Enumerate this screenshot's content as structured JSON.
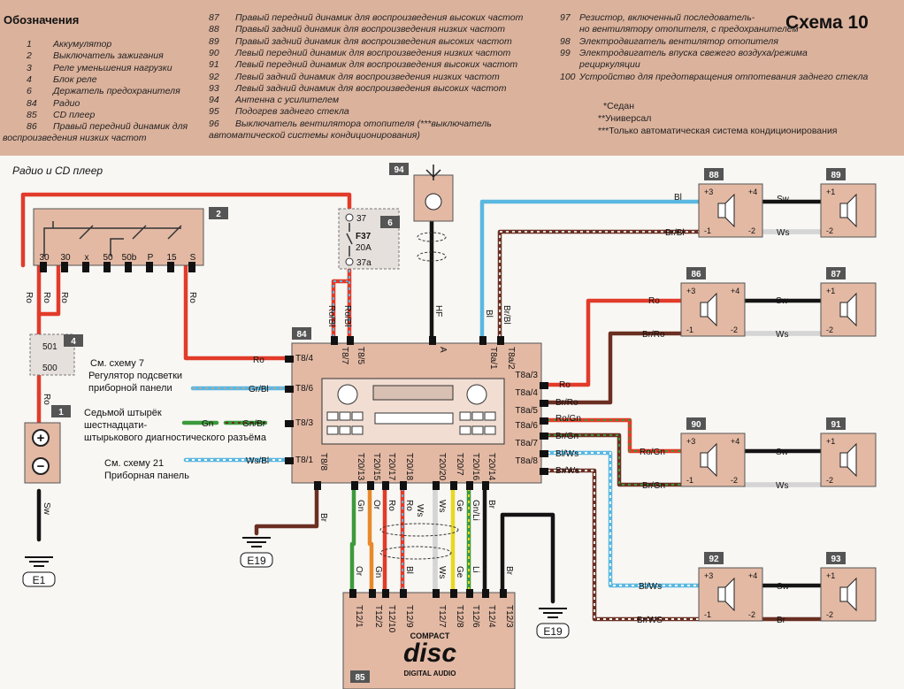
{
  "legend": {
    "title": "Обозначения",
    "scheme_title": "Схема 10",
    "col1": [
      {
        "n": "1",
        "text": "Аккумулятор"
      },
      {
        "n": "2",
        "text": "Выключатель зажигания"
      },
      {
        "n": "3",
        "text": "Реле уменьшения нагрузки"
      },
      {
        "n": "4",
        "text": "Блок реле"
      },
      {
        "n": "6",
        "text": "Держатель предохранителя"
      },
      {
        "n": "84",
        "text": "Радио"
      },
      {
        "n": "85",
        "text": "CD плеер"
      },
      {
        "n": "86",
        "text": "Правый передний динамик для"
      }
    ],
    "col1_cont": "воспроизведения низких частот",
    "col2": [
      {
        "n": "87",
        "text": "Правый передний динамик для воспроизведения высоких частот"
      },
      {
        "n": "88",
        "text": "Правый задний динамик для воспроизведения низких частот"
      },
      {
        "n": "89",
        "text": "Правый задний динамик для воспроизведения высоких частот"
      },
      {
        "n": "90",
        "text": "Левый передний динамик для воспроизведения низких частот"
      },
      {
        "n": "91",
        "text": "Левый передний динамик для воспроизведения высоких частот"
      },
      {
        "n": "92",
        "text": "Левый задний динамик для воспроизведения низких частот"
      },
      {
        "n": "93",
        "text": "Левый задний динамик для воспроизведения высоких частот"
      },
      {
        "n": "94",
        "text": "Антенна с усилителем"
      },
      {
        "n": "95",
        "text": "Подогрев заднего стекла"
      },
      {
        "n": "96",
        "text": "Выключатель вентилятора отопителя (***выключатель"
      }
    ],
    "col2_cont": "автоматической системы кондиционирования)",
    "col3": [
      {
        "n": "97",
        "text": "Резистор, включенный последователь-"
      },
      {
        "n": "",
        "text": "но вентилятору отопителя, с предохранителем"
      },
      {
        "n": "98",
        "text": "Электродвигатель вентилятор отопителя"
      },
      {
        "n": "99",
        "text": "Электродвигатель впуска свежего воздуха/режима"
      },
      {
        "n": "",
        "text": "рециркуляции"
      },
      {
        "n": "100",
        "text": "Устройство для предотвращения отпотевания заднего стекла"
      }
    ],
    "notes": [
      "*Седан",
      "**Универсал",
      "***Только автоматическая система кондиционирования"
    ]
  },
  "section_title": "Радио и CD плеер",
  "components": {
    "c1": "1",
    "c2": "2",
    "c4": "4",
    "c6": "6",
    "c84": "84",
    "c85": "85",
    "c94": "94",
    "c86": "86",
    "c87": "87",
    "c88": "88",
    "c89": "89",
    "c90": "90",
    "c91": "91",
    "c92": "92",
    "c93": "93"
  },
  "switch_terminals": [
    "30",
    "30",
    "x",
    "50",
    "50b",
    "P",
    "15",
    "S"
  ],
  "relay_terminals": {
    "top": "501",
    "bottom": "500"
  },
  "fuse": {
    "name": "F37",
    "rating": "20A",
    "in": "37",
    "out": "37a"
  },
  "ground_labels": {
    "g1": "E1",
    "g2": "E19",
    "g3": "E19"
  },
  "radio_pins": {
    "left": [
      "T8/4",
      "T8/6",
      "T8/3",
      "T8/1"
    ],
    "top": [
      "T8/7",
      "T8/5",
      "A",
      "T8a/1",
      "T8a/2"
    ],
    "right": [
      "T8a/3",
      "T8a/4",
      "T8a/5",
      "T8a/6",
      "T8a/7",
      "T8a/8"
    ],
    "bottom": [
      "T8/8",
      "T20/13",
      "T20/15",
      "T20/17",
      "T20/18",
      "T20/20",
      "T20/7",
      "T20/16",
      "T20/14"
    ]
  },
  "cd_pins": [
    "T12/1",
    "T12/2",
    "T12/10",
    "T12/9",
    "T12/7",
    "T12/8",
    "T12/6",
    "T12/4",
    "T12/3"
  ],
  "cd_logo": [
    "COMPACT",
    "disc",
    "DIGITAL AUDIO"
  ],
  "wire_labels": {
    "ro_a": "Ro",
    "ro_b": "Ro",
    "ro_c": "Ro",
    "ro_batt": "Ro",
    "sw_batt": "Sw",
    "ro_bl_1": "Ro/Bl",
    "ro_bl_2": "Ro/Bl",
    "hf": "HF",
    "bl_top": "Bl",
    "br_bl_top": "Br/Bl",
    "ro_t84": "Ro",
    "gr_bl": "Gr/Bl",
    "gn": "Gn",
    "gn_br": "Gn/Br",
    "ws_bl": "Ws/Bl",
    "br_t88": "Br",
    "r_ro": "Ro",
    "r_br_ro": "Br/Ro",
    "r_ro_gn": "Ro/Gn",
    "r_br_gn": "Br/Gn",
    "r_bl_ws": "Bl/Ws",
    "r_br_ws": "Br/Ws",
    "s88_in1": "Bl",
    "s88_in2": "Br/Bl",
    "s86_in1": "Ro",
    "s86_in2": "Br/Ro",
    "s90_in1": "Ro/Gn",
    "s90_in2": "Br/Gn",
    "s92_in1": "Bl/Ws",
    "s92_in2": "Br/WS",
    "s88_o1": "Sw",
    "s88_o2": "Ws",
    "s86_o1": "Sw",
    "s86_o2": "Ws",
    "s90_o1": "Sw",
    "s90_o2": "Ws",
    "s92_o1": "Sw",
    "s92_o2": "Br",
    "b_gn": "Gn",
    "b_or": "Or",
    "b_ro": "Ro",
    "b_ro2": "Ro",
    "b_ws": "Ws",
    "b_ws2": "Ws",
    "b_ge": "Ge",
    "b_gnli": "Gn/Li",
    "b_br": "Br",
    "c_or": "Or",
    "c_gn": "Gn",
    "c_bl": "Bl",
    "c_ws": "Ws",
    "c_ge": "Ge",
    "c_li": "Li",
    "c_br": "Br"
  },
  "notes": {
    "n1_line1": "См. схему 7",
    "n1_line2": "Регулятор подсветки",
    "n1_line3": "приборной панели",
    "n2_line1": "Седьмой штырёк",
    "n2_line2": "шестнадцати-",
    "n2_line3": "штырькового диагностического разъёма",
    "n3_line1": "См. схему 21",
    "n3_line2": "Приборная панель"
  },
  "colors": {
    "red": "#e23b2a",
    "blue": "#5ab8e0",
    "brown": "#6b2f22",
    "black": "#141414",
    "green": "#3c9a3a",
    "orange": "#e8892a",
    "yellow": "#e8d820",
    "box": "#e3b9a4",
    "legend_bg": "#dbb29c"
  }
}
